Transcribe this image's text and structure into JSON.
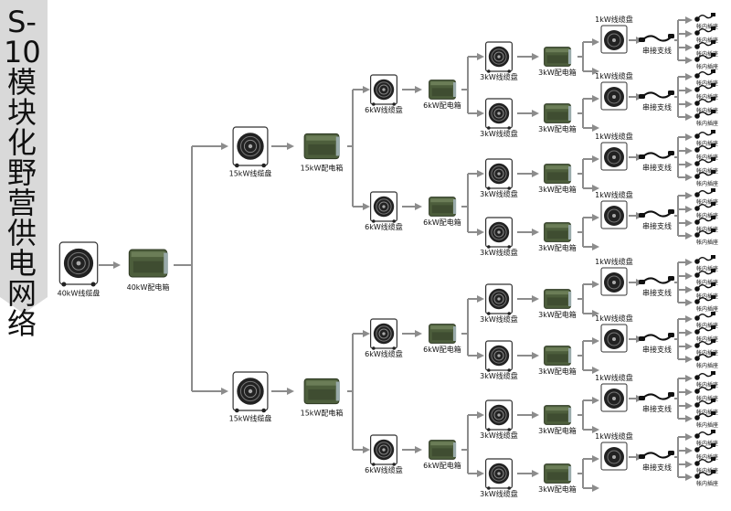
{
  "title": "S-10模块化野营供电网络",
  "labels": {
    "reel_40": "40kW线缆盘",
    "box_40": "40kW配电箱",
    "reel_15": "15kW线缆盘",
    "box_15": "15kW配电箱",
    "reel_6": "6kW线缆盘",
    "box_6": "6kW配电箱",
    "reel_3": "3kW线缆盘",
    "box_3": "3kW配电箱",
    "reel_1": "1kW线缆盘",
    "branch": "串接支线",
    "socket": "帐内插座"
  },
  "colors": {
    "arrow": "#8c8c8c",
    "box_green": "#4d5e3c",
    "reel": "#222222",
    "banner": "#d9d9d9"
  },
  "icons": {
    "reel": "cable-reel-icon",
    "box": "distribution-box-icon",
    "branch": "series-branch-cable-icon",
    "socket": "tent-socket-icon"
  }
}
